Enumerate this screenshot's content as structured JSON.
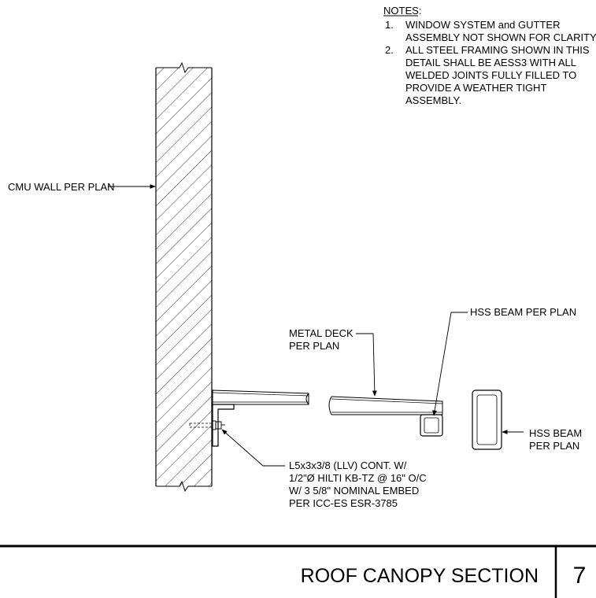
{
  "notes": {
    "heading": "NOTES:",
    "items": [
      {
        "num": "1.",
        "lines": [
          "WINDOW SYSTEM and GUTTER",
          "ASSEMBLY NOT SHOWN FOR CLARITY."
        ]
      },
      {
        "num": "2.",
        "lines": [
          "ALL STEEL FRAMING SHOWN IN THIS",
          "DETAIL SHALL BE AESS3 WITH ALL",
          "WELDED JOINTS FULLY FILLED TO",
          "PROVIDE A WEATHER TIGHT",
          "ASSEMBLY."
        ]
      }
    ]
  },
  "callouts": {
    "cmu_wall": "CMU WALL PER PLAN",
    "metal_deck": [
      "METAL DECK",
      "PER PLAN"
    ],
    "hss_beam_top": "HSS BEAM PER PLAN",
    "hss_beam_right": [
      "HSS BEAM",
      "PER PLAN"
    ],
    "angle": [
      "L5x3x3/8 (LLV) CONT. W/",
      "1/2\"Ø HILTI KB-TZ @ 16\" O/C",
      "W/ 3 5/8\" NOMINAL EMBED",
      "PER ICC-ES ESR-3785"
    ]
  },
  "title_block": {
    "title": "ROOF CANOPY SECTION",
    "number": "7"
  }
}
